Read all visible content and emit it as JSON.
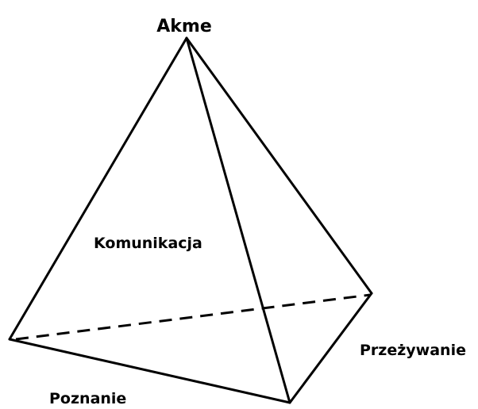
{
  "labels": {
    "apex": "Akme",
    "face_front": "Komunikacja",
    "vertex_right": "Przeżywanie",
    "vertex_bottom": "Poznanie"
  },
  "colors": {
    "stroke": "#000000",
    "background": "#ffffff"
  }
}
